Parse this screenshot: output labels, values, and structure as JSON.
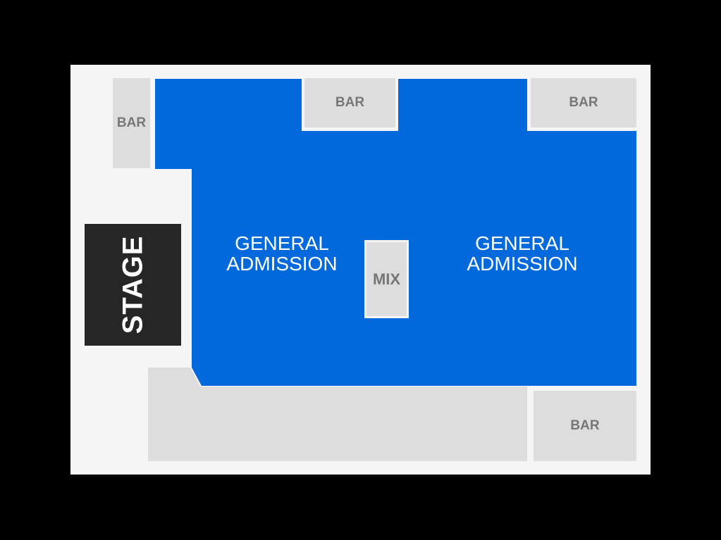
{
  "venue_map": {
    "background_color": "#f5f5f5",
    "ga_color": "#0169dc",
    "bar_color": "#dddddd",
    "stage_color": "#262626",
    "stage": {
      "label": "STAGE"
    },
    "general_admission": [
      {
        "label_line1": "GENERAL",
        "label_line2": "ADMISSION"
      },
      {
        "label_line1": "GENERAL",
        "label_line2": "ADMISSION"
      }
    ],
    "mix": {
      "label": "MIX"
    },
    "bars": [
      {
        "label": "BAR",
        "position": "top-left"
      },
      {
        "label": "BAR",
        "position": "top-center"
      },
      {
        "label": "BAR",
        "position": "top-right"
      },
      {
        "label": "BAR",
        "position": "bottom-right"
      }
    ]
  }
}
